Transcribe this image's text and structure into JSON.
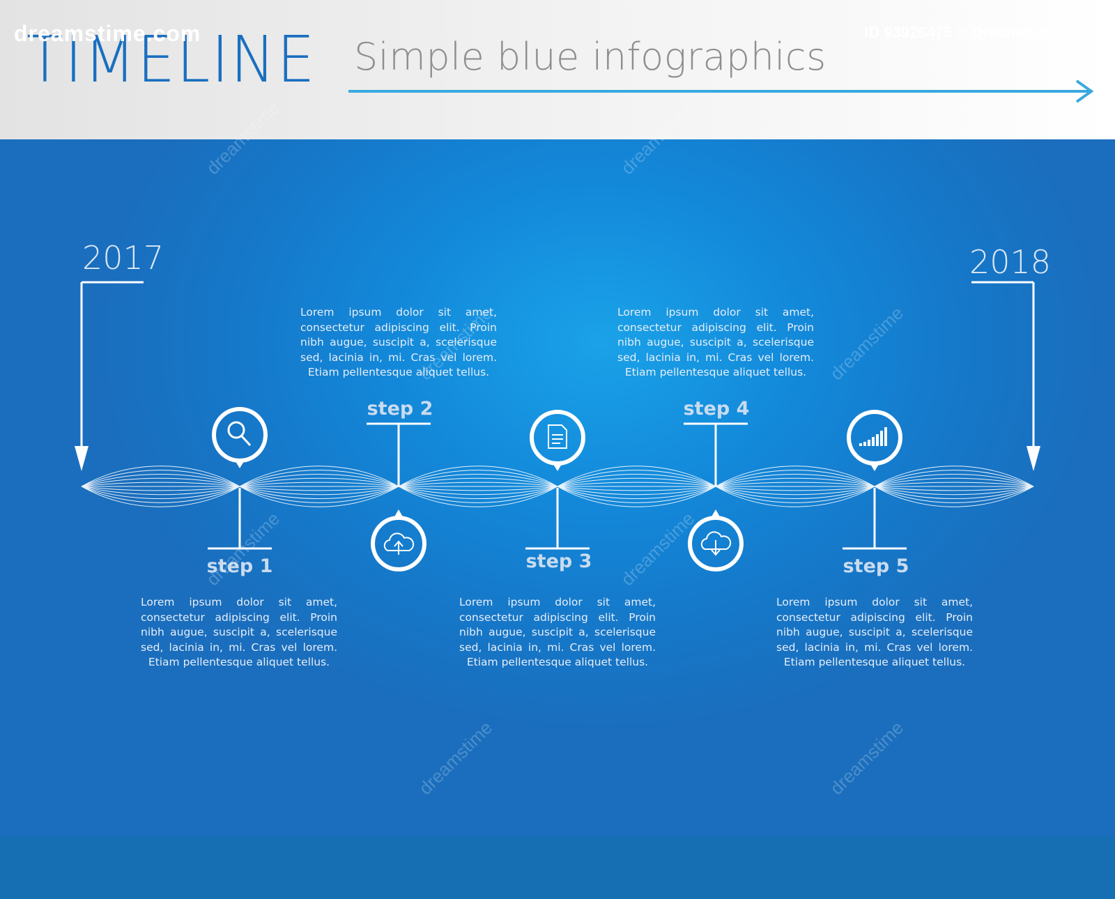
{
  "header": {
    "title": "TIMELINE",
    "subtitle": "Simple blue infographics"
  },
  "timeline": {
    "start_year": "2017",
    "end_year": "2018",
    "steps": [
      {
        "label": "step 1",
        "icon": "search-icon",
        "text": "Lorem ipsum dolor sit amet, consectetur adipiscing elit. Proin nibh augue, suscipit a, scelerisque sed, lacinia in, mi. Cras vel lorem. Etiam pellentesque aliquet tellus."
      },
      {
        "label": "step 2",
        "icon": "cloud-upload-icon",
        "text": "Lorem ipsum dolor sit amet, consectetur adipiscing elit. Proin nibh augue, suscipit a, scelerisque sed, lacinia in, mi. Cras vel lorem. Etiam pellentesque aliquet tellus."
      },
      {
        "label": "step 3",
        "icon": "document-icon",
        "text": "Lorem ipsum dolor sit amet, consectetur adipiscing elit. Proin nibh augue, suscipit a, scelerisque sed, lacinia in, mi. Cras vel lorem. Etiam pellentesque aliquet tellus."
      },
      {
        "label": "step 4",
        "icon": "cloud-download-icon",
        "text": "Lorem ipsum dolor sit amet, consectetur adipiscing elit. Proin nibh augue, suscipit a, scelerisque sed, lacinia in, mi. Cras vel lorem. Etiam pellentesque aliquet tellus."
      },
      {
        "label": "step 5",
        "icon": "bar-chart-icon",
        "text": "Lorem ipsum dolor sit amet, consectetur adipiscing elit. Proin nibh augue, suscipit a, scelerisque sed, lacinia in, mi. Cras vel lorem. Etiam pellentesque aliquet tellus."
      }
    ]
  },
  "footer": {
    "logo": "dreamstime.com",
    "image_id": "ID 93926475 © Dreamstime.com"
  },
  "watermark": "dreamstime",
  "colors": {
    "title": "#1a6fbf",
    "arrow": "#3aa8e0",
    "panel": "#1677c8",
    "glow": "#1aa2e8",
    "line": "#ffffff"
  }
}
